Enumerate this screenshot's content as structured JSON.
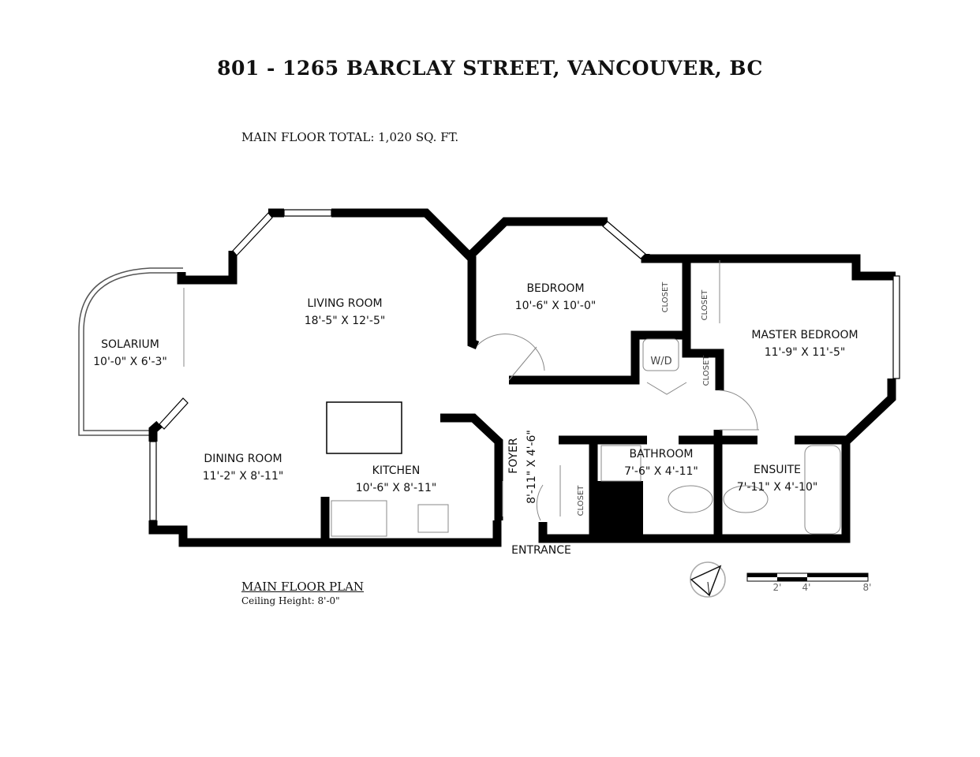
{
  "header": {
    "title": "801 - 1265 BARCLAY STREET, VANCOUVER, BC",
    "total": "MAIN FLOOR TOTAL: 1,020 SQ. FT."
  },
  "rooms": [
    {
      "name": "SOLARIUM",
      "dims": "10'-0\" X 6'-3\""
    },
    {
      "name": "LIVING ROOM",
      "dims": "18'-5\" X 12'-5\""
    },
    {
      "name": "BEDROOM",
      "dims": "10'-6\" X 10'-0\""
    },
    {
      "name": "MASTER BEDROOM",
      "dims": "11'-9\" X 11'-5\""
    },
    {
      "name": "DINING ROOM",
      "dims": "11'-2\" X 8'-11\""
    },
    {
      "name": "KITCHEN",
      "dims": "10'-6\" X 8'-11\""
    },
    {
      "name": "FOYER",
      "dims": "8'-11\" X 4'-6\""
    },
    {
      "name": "BATHROOM",
      "dims": "7'-6\" X 4'-11\""
    },
    {
      "name": "ENSUITE",
      "dims": "7'-11\" X 4'-10\""
    }
  ],
  "labels": {
    "closet": "CLOSET",
    "wd": "W/D",
    "entrance": "ENTRANCE"
  },
  "footer": {
    "plan": "MAIN FLOOR PLAN",
    "ceiling": "Ceiling Height: 8'-0\""
  },
  "scale": {
    "ticks": [
      "2'",
      "4'",
      "8'"
    ]
  },
  "icons": {
    "compass": "north-arrow-icon"
  }
}
